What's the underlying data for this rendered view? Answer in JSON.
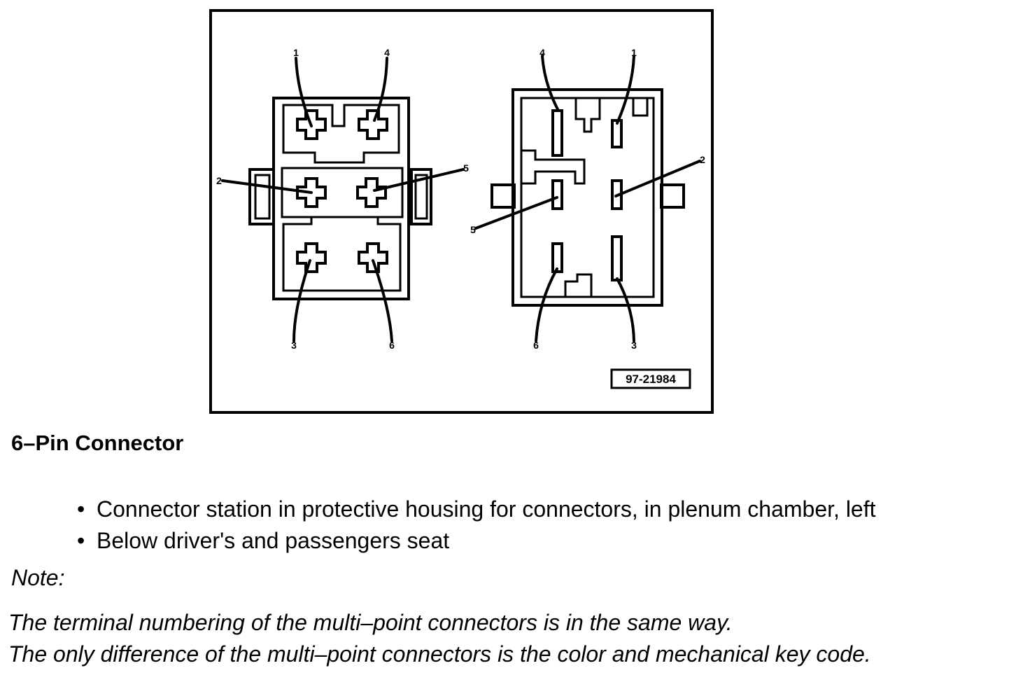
{
  "figure": {
    "reference_code": "97-21984",
    "left_connector": {
      "pin_labels": [
        "1",
        "4",
        "2",
        "5",
        "3",
        "6"
      ]
    },
    "right_connector": {
      "pin_labels": [
        "4",
        "1",
        "5",
        "2",
        "6",
        "3"
      ]
    }
  },
  "heading": "6–Pin Connector",
  "bullets": [
    "Connector station in protective housing for connectors, in plenum chamber, left",
    "Below driver's and passengers seat"
  ],
  "bullet_symbol": "•",
  "note": {
    "label": "Note:",
    "lines": [
      "The terminal numbering of the multi–point connectors is in the same way.",
      "The only difference of the multi–point connectors is the color and mechanical key code."
    ]
  }
}
